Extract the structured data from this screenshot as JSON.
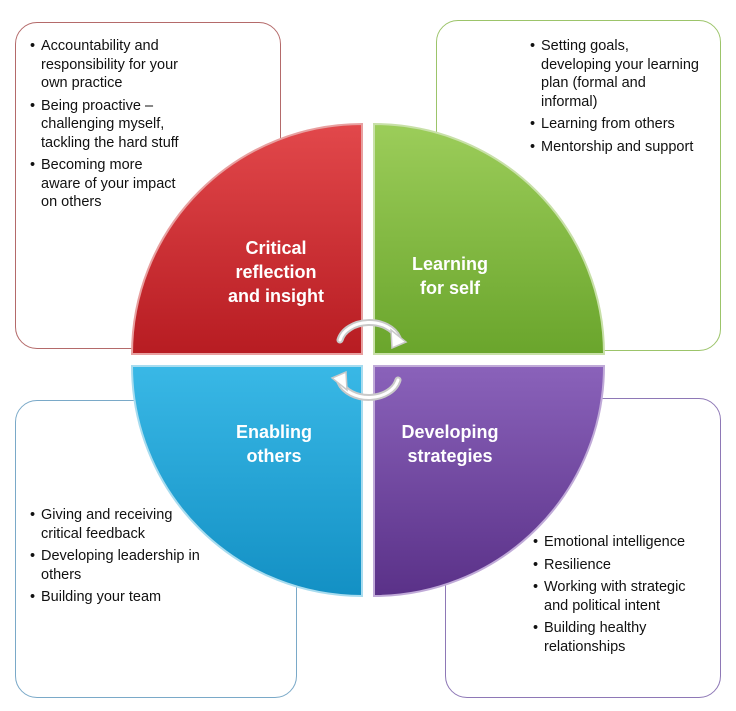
{
  "quadrants": {
    "top_left": {
      "label_lines": [
        "Critical",
        "reflection",
        "and insight"
      ],
      "color": "#d0262c",
      "items": [
        "Accountability and responsibility for your own practice",
        "Being proactive – challenging myself, tackling the hard stuff",
        "Becoming more aware of your impact on others"
      ]
    },
    "top_right": {
      "label_lines": [
        "Learning",
        "for self"
      ],
      "color": "#7ab33a",
      "items": [
        "Setting goals, developing your learning plan (formal and informal)",
        "Learning from others",
        "Mentorship and support"
      ]
    },
    "bottom_left": {
      "label_lines": [
        "Enabling",
        "others"
      ],
      "color": "#1aa3d4",
      "items": [
        "Giving and receiving critical feedback",
        "Developing leadership in others",
        "Building your team"
      ]
    },
    "bottom_right": {
      "label_lines": [
        "Developing",
        "strategies"
      ],
      "color": "#6a3f9c",
      "items": [
        "Emotional intelligence",
        "Resilience",
        "Working with strategic and political intent",
        "Building healthy relationships"
      ]
    }
  }
}
